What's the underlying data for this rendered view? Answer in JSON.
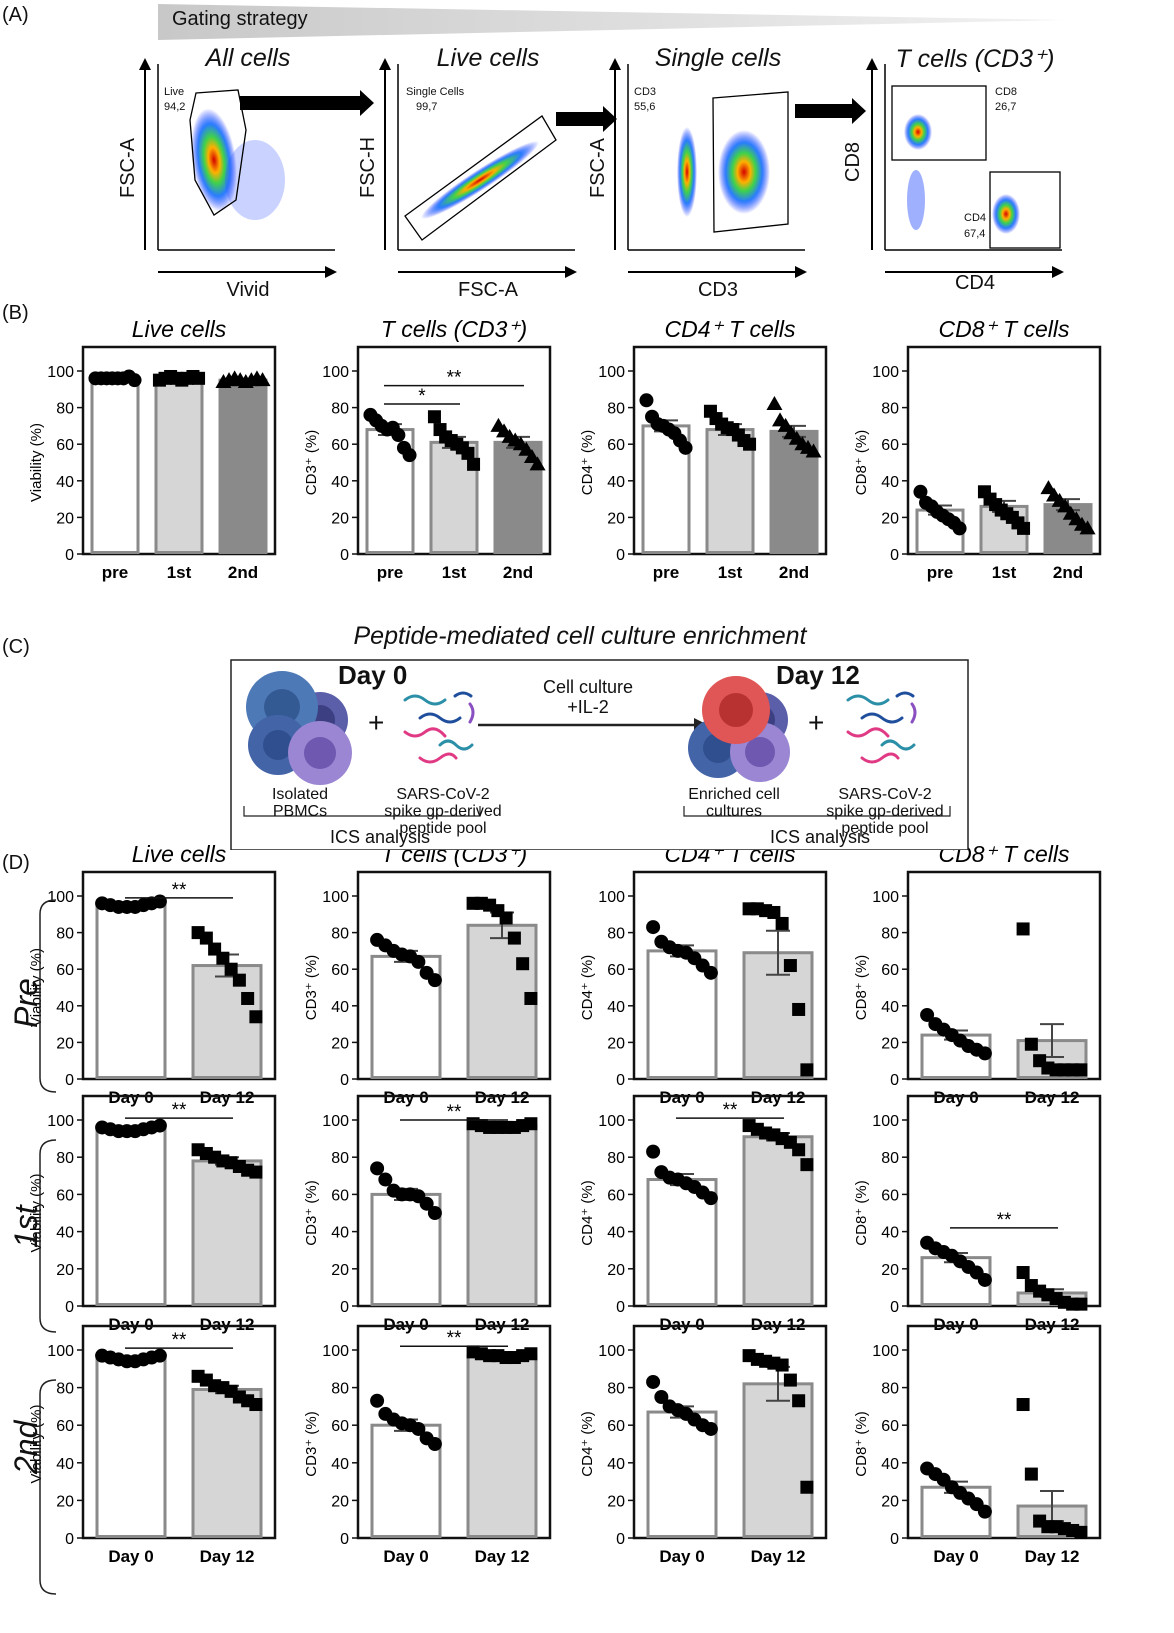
{
  "panels": {
    "A": "(A)",
    "B": "(B)",
    "C": "(C)",
    "D": "(D)"
  },
  "gating": {
    "banner": "Gating strategy",
    "plots": [
      {
        "title": "All cells",
        "xlabel": "Vivid",
        "ylabel": "FSC-A",
        "gate": "Live",
        "value": "94,2"
      },
      {
        "title": "Live cells",
        "xlabel": "FSC-A",
        "ylabel": "FSC-H",
        "gate": "Single Cells",
        "value": "99,7"
      },
      {
        "title": "Single cells",
        "xlabel": "CD3",
        "ylabel": "FSC-A",
        "gate": "CD3",
        "value": "55,6"
      },
      {
        "title": "T cells (CD3⁺)",
        "xlabel": "CD4",
        "ylabel": "CD8",
        "gate": "CD8",
        "value": "26,7",
        "gate2": "CD4",
        "value2": "67,4"
      }
    ]
  },
  "schematic": {
    "title": "Peptide-mediated cell culture enrichment",
    "day0": "Day 0",
    "day12": "Day 12",
    "plus": "+",
    "arrow_label_1": "Cell culture",
    "arrow_label_2": "+IL-2",
    "isolated_1": "Isolated",
    "isolated_2": "PBMCs",
    "pool_1": "SARS-CoV-2",
    "pool_2": "spike gp-derived",
    "pool_3": "peptide pool",
    "enriched_1": "Enriched cell",
    "enriched_2": "cultures",
    "ics": "ICS analysis"
  },
  "colors": {
    "white_bar": "#ffffff",
    "light_bar": "#d6d6d6",
    "dark_bar": "#8a8a8a",
    "edge": "#8a8a8a",
    "dot": "#000000"
  },
  "chart_data": [
    {
      "id": "B1",
      "type": "bar",
      "title": "Live cells",
      "ylabel": "Viability (%)",
      "categories": [
        "pre",
        "1st",
        "2nd"
      ],
      "values": [
        96,
        96,
        95
      ],
      "errors": [
        0.6,
        0.7,
        0.7
      ],
      "ylim": [
        0,
        100
      ],
      "yticks": [
        "0",
        "20",
        "40",
        "60",
        "80",
        "100"
      ],
      "markers": [
        "circle",
        "square",
        "triangle"
      ],
      "fills": [
        "white",
        "light",
        "dark"
      ],
      "points": [
        [
          96,
          96,
          96,
          96,
          96,
          96,
          97,
          95
        ],
        [
          95,
          96,
          97,
          96,
          95,
          96,
          97,
          96
        ],
        [
          94,
          95,
          96,
          95,
          94,
          95,
          96,
          95
        ]
      ],
      "sig": []
    },
    {
      "id": "B2",
      "type": "bar",
      "title": "T cells (CD3⁺)",
      "ylabel": "CD3⁺ (%)",
      "categories": [
        "pre",
        "1st",
        "2nd"
      ],
      "values": [
        68,
        61,
        61
      ],
      "errors": [
        3,
        3,
        3
      ],
      "ylim": [
        0,
        100
      ],
      "yticks": [
        "0",
        "20",
        "40",
        "60",
        "80",
        "100"
      ],
      "markers": [
        "circle",
        "square",
        "triangle"
      ],
      "fills": [
        "white",
        "light",
        "dark"
      ],
      "points": [
        [
          76,
          73,
          70,
          68,
          69,
          65,
          58,
          54
        ],
        [
          75,
          68,
          64,
          62,
          60,
          58,
          55,
          49
        ],
        [
          70,
          67,
          64,
          62,
          60,
          57,
          53,
          49
        ]
      ],
      "sig": [
        {
          "from": 0,
          "to": 1,
          "y": 82,
          "label": "*"
        },
        {
          "from": 0,
          "to": 2,
          "y": 92,
          "label": "**"
        }
      ]
    },
    {
      "id": "B3",
      "type": "bar",
      "title": "CD4⁺ T cells",
      "ylabel": "CD4⁺ (%)",
      "categories": [
        "pre",
        "1st",
        "2nd"
      ],
      "values": [
        70,
        68,
        67
      ],
      "errors": [
        3,
        3,
        3
      ],
      "ylim": [
        0,
        100
      ],
      "yticks": [
        "0",
        "20",
        "40",
        "60",
        "80",
        "100"
      ],
      "markers": [
        "circle",
        "square",
        "triangle"
      ],
      "fills": [
        "white",
        "light",
        "dark"
      ],
      "points": [
        [
          84,
          75,
          71,
          70,
          68,
          66,
          62,
          58
        ],
        [
          78,
          74,
          71,
          69,
          68,
          65,
          62,
          60
        ],
        [
          82,
          73,
          70,
          66,
          63,
          60,
          58,
          56
        ]
      ],
      "sig": []
    },
    {
      "id": "B4",
      "type": "bar",
      "title": "CD8⁺ T cells",
      "ylabel": "CD8⁺ (%)",
      "categories": [
        "pre",
        "1st",
        "2nd"
      ],
      "values": [
        24,
        26,
        27
      ],
      "errors": [
        2.5,
        3,
        3
      ],
      "ylim": [
        0,
        100
      ],
      "yticks": [
        "0",
        "20",
        "40",
        "60",
        "80",
        "100"
      ],
      "markers": [
        "circle",
        "square",
        "triangle"
      ],
      "fills": [
        "white",
        "light",
        "dark"
      ],
      "points": [
        [
          34,
          28,
          26,
          23,
          21,
          19,
          17,
          14
        ],
        [
          34,
          30,
          27,
          24,
          22,
          20,
          17,
          14
        ],
        [
          36,
          32,
          29,
          26,
          22,
          19,
          16,
          14
        ]
      ],
      "sig": []
    }
  ],
  "chart_rows": [
    {
      "row": "Pre",
      "charts": [
        {
          "title": "Live cells",
          "ylabel": "Viability (%)",
          "categories": [
            "Day 0",
            "Day 12"
          ],
          "values": [
            95,
            62
          ],
          "errors": [
            0.5,
            6
          ],
          "points": [
            [
              96,
              95,
              94,
              94,
              94,
              95,
              96,
              97
            ],
            [
              80,
              77,
              71,
              66,
              60,
              54,
              44,
              34
            ]
          ],
          "sig": [
            {
              "from": 0,
              "to": 1,
              "y": 99,
              "label": "**"
            }
          ]
        },
        {
          "title": "T cells (CD3⁺)",
          "ylabel": "CD3⁺ (%)",
          "categories": [
            "Day 0",
            "Day 12"
          ],
          "values": [
            67,
            84
          ],
          "errors": [
            3,
            7
          ],
          "points": [
            [
              76,
              73,
              70,
              68,
              67,
              64,
              58,
              54
            ],
            [
              96,
              96,
              95,
              92,
              88,
              77,
              63,
              44
            ]
          ],
          "sig": []
        },
        {
          "title": "CD4⁺ T cells",
          "ylabel": "CD4⁺ (%)",
          "categories": [
            "Day 0",
            "Day 12"
          ],
          "values": [
            70,
            69
          ],
          "errors": [
            3,
            12
          ],
          "points": [
            [
              83,
              75,
              72,
              70,
              69,
              66,
              62,
              58
            ],
            [
              93,
              93,
              92,
              91,
              85,
              62,
              38,
              5
            ]
          ],
          "sig": []
        },
        {
          "title": "CD8⁺ T cells",
          "ylabel": "CD8⁺ (%)",
          "categories": [
            "Day 0",
            "Day 12"
          ],
          "values": [
            24,
            21
          ],
          "errors": [
            2.5,
            9
          ],
          "points": [
            [
              35,
              30,
              27,
              24,
              21,
              18,
              16,
              14
            ],
            [
              82,
              19,
              10,
              6,
              5,
              5,
              5,
              5
            ]
          ],
          "sig": []
        }
      ]
    },
    {
      "row": "1st",
      "charts": [
        {
          "title": "",
          "ylabel": "Viability (%)",
          "categories": [
            "Day 0",
            "Day 12"
          ],
          "values": [
            95,
            78
          ],
          "errors": [
            0.5,
            2
          ],
          "points": [
            [
              96,
              95,
              94,
              94,
              94,
              95,
              96,
              97
            ],
            [
              84,
              82,
              80,
              78,
              77,
              75,
              73,
              72
            ]
          ],
          "sig": [
            {
              "from": 0,
              "to": 1,
              "y": 101,
              "label": "**"
            }
          ]
        },
        {
          "title": "",
          "ylabel": "CD3⁺ (%)",
          "categories": [
            "Day 0",
            "Day 12"
          ],
          "values": [
            60,
            97
          ],
          "errors": [
            3,
            0.5
          ],
          "points": [
            [
              74,
              68,
              62,
              60,
              60,
              59,
              55,
              50
            ],
            [
              98,
              97,
              96,
              96,
              96,
              96,
              97,
              98
            ]
          ],
          "sig": [
            {
              "from": 0,
              "to": 1,
              "y": 100,
              "label": "**"
            }
          ]
        },
        {
          "title": "",
          "ylabel": "CD4⁺ (%)",
          "categories": [
            "Day 0",
            "Day 12"
          ],
          "values": [
            68,
            91
          ],
          "errors": [
            3,
            2
          ],
          "points": [
            [
              83,
              72,
              69,
              68,
              66,
              64,
              61,
              58
            ],
            [
              97,
              95,
              93,
              92,
              90,
              88,
              84,
              76
            ]
          ],
          "sig": [
            {
              "from": 0,
              "to": 1,
              "y": 101,
              "label": "**"
            }
          ]
        },
        {
          "title": "",
          "ylabel": "CD8⁺ (%)",
          "categories": [
            "Day 0",
            "Day 12"
          ],
          "values": [
            26,
            7
          ],
          "errors": [
            2.5,
            2
          ],
          "points": [
            [
              34,
              31,
              29,
              27,
              24,
              21,
              18,
              14
            ],
            [
              18,
              11,
              8,
              6,
              4,
              2,
              1,
              1
            ]
          ],
          "sig": [
            {
              "from": 0,
              "to": 1,
              "y": 42,
              "label": "**"
            }
          ]
        }
      ]
    },
    {
      "row": "2nd",
      "charts": [
        {
          "title": "",
          "ylabel": "Viability (%)",
          "categories": [
            "Day 0",
            "Day 12"
          ],
          "values": [
            95,
            79
          ],
          "errors": [
            0.5,
            2
          ],
          "points": [
            [
              97,
              96,
              95,
              94,
              94,
              95,
              96,
              97
            ],
            [
              86,
              84,
              81,
              80,
              78,
              75,
              73,
              71
            ]
          ],
          "sig": [
            {
              "from": 0,
              "to": 1,
              "y": 101,
              "label": "**"
            }
          ]
        },
        {
          "title": "",
          "ylabel": "CD3⁺ (%)",
          "categories": [
            "Day 0",
            "Day 12"
          ],
          "values": [
            60,
            97
          ],
          "errors": [
            3,
            0.5
          ],
          "points": [
            [
              73,
              66,
              63,
              61,
              60,
              58,
              53,
              50
            ],
            [
              99,
              98,
              97,
              97,
              96,
              96,
              97,
              98
            ]
          ],
          "sig": [
            {
              "from": 0,
              "to": 1,
              "y": 102,
              "label": "**"
            }
          ]
        },
        {
          "title": "",
          "ylabel": "CD4⁺ (%)",
          "categories": [
            "Day 0",
            "Day 12"
          ],
          "values": [
            67,
            82
          ],
          "errors": [
            3,
            9
          ],
          "points": [
            [
              83,
              75,
              70,
              68,
              66,
              63,
              60,
              58
            ],
            [
              97,
              95,
              94,
              93,
              92,
              84,
              73,
              27
            ]
          ],
          "sig": []
        },
        {
          "title": "",
          "ylabel": "CD8⁺ (%)",
          "categories": [
            "Day 0",
            "Day 12"
          ],
          "values": [
            27,
            17
          ],
          "errors": [
            3,
            8
          ],
          "points": [
            [
              37,
              34,
              31,
              27,
              24,
              21,
              18,
              14
            ],
            [
              71,
              34,
              9,
              6,
              6,
              5,
              4,
              3
            ]
          ],
          "sig": []
        }
      ]
    }
  ],
  "d_yticks": [
    "0",
    "20",
    "40",
    "60",
    "80",
    "100"
  ],
  "d_row_fill_day12": [
    "light",
    "light",
    "light"
  ]
}
